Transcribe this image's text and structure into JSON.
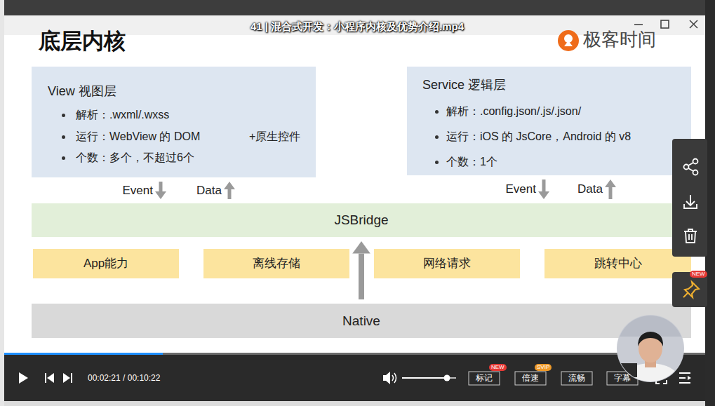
{
  "diagram": {
    "title": "底层内核",
    "nodes": [
      {
        "text": [
          "View 视图层",
          "解析：.wxml/.wxss",
          "运行：WebView 的 DOM",
          "+原生控件",
          "个数：多个，不超过6个"
        ]
      },
      {
        "text": [
          "Service 逻辑层",
          "解析：.config.json/.js/.json/",
          "运行：iOS 的 JsCore，Android 的 v8",
          "个数：1个"
        ]
      },
      {
        "text": [
          "JSBridge"
        ]
      },
      {
        "text": [
          "App能力"
        ]
      },
      {
        "text": [
          "离线存储"
        ]
      },
      {
        "text": [
          "网络请求"
        ]
      },
      {
        "text": [
          "跳转中心"
        ]
      },
      {
        "text": [
          "Native"
        ]
      }
    ],
    "edges": [
      {
        "from": 0,
        "to": 2,
        "label": "Event",
        "arrow": "to"
      },
      {
        "from": 2,
        "to": 0,
        "label": "Data",
        "arrow": "to"
      },
      {
        "from": 1,
        "to": 2,
        "label": "Event",
        "arrow": "to"
      },
      {
        "from": 2,
        "to": 1,
        "label": "Data",
        "arrow": "to"
      },
      {
        "from": 7,
        "to": 2,
        "arrow": "to"
      }
    ],
    "labels": [
      "41 | 混合式开发：小程序内核及优势介绍.mp4",
      "极客时间",
      "00:02:21 / 00:10:22",
      "NEW",
      "标记",
      "SVIP",
      "倍速",
      "流畅",
      "字幕",
      "NEW"
    ]
  }
}
